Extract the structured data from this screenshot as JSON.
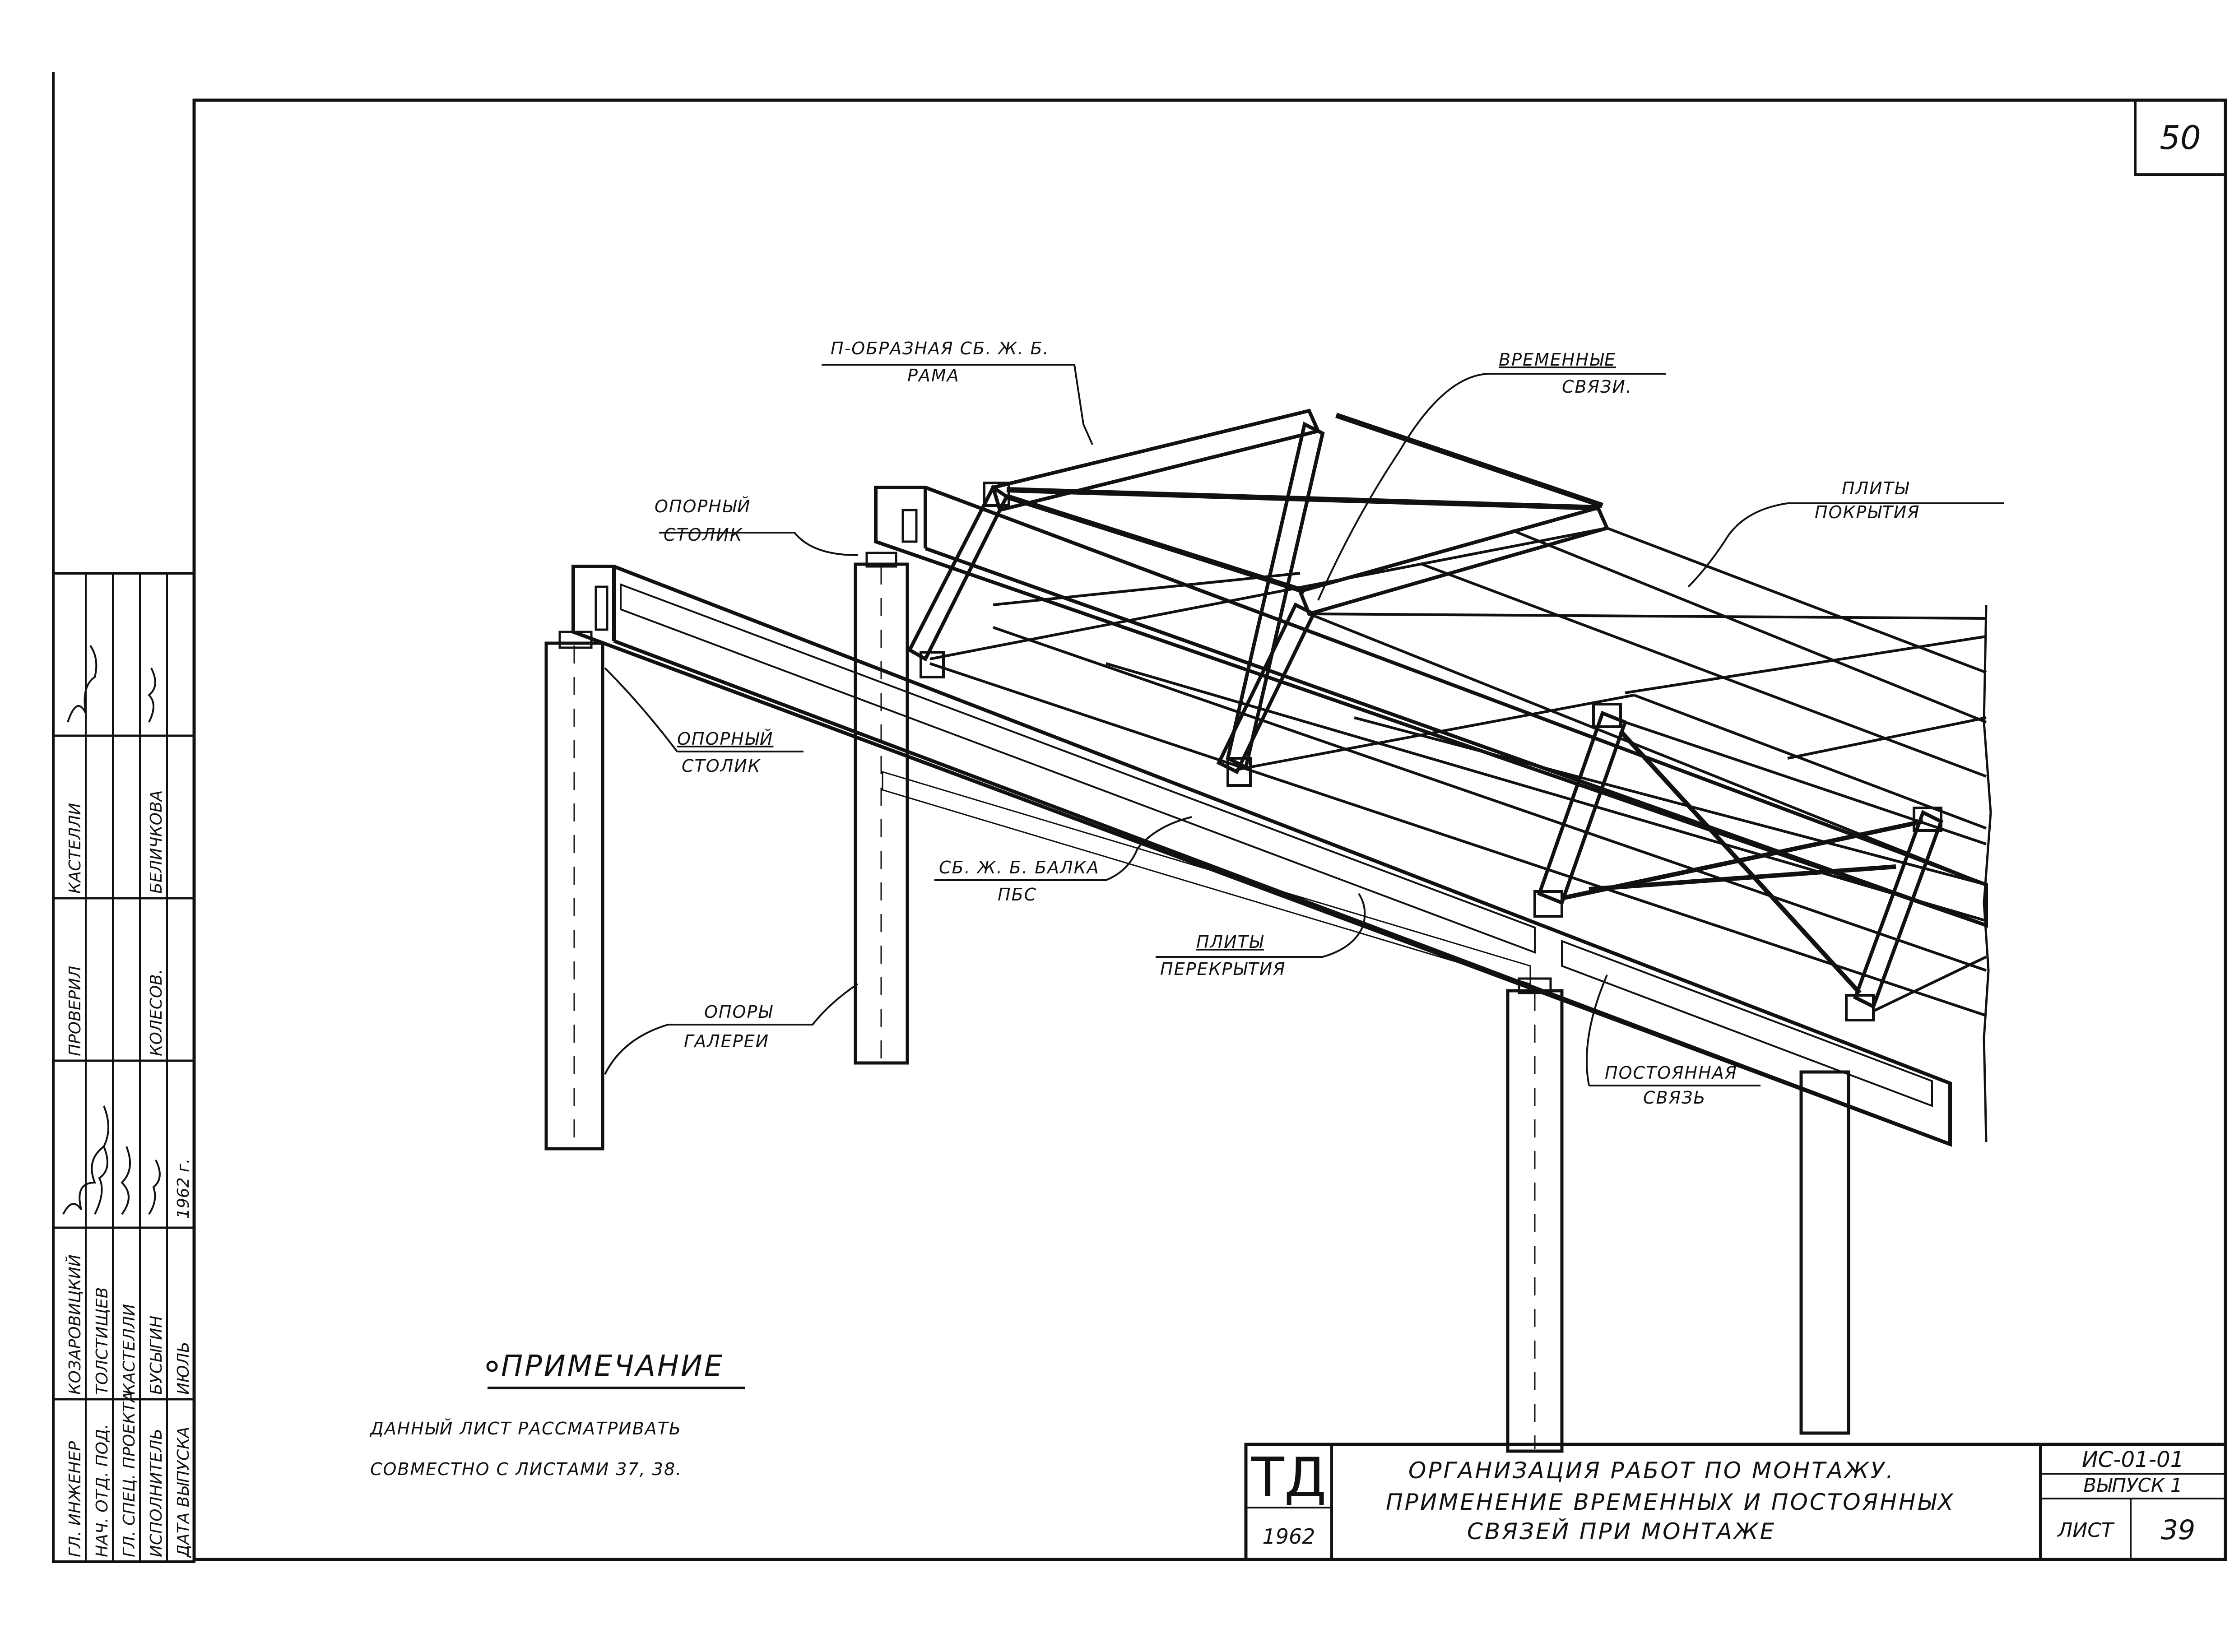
{
  "sheet": {
    "page_number": "50",
    "labels": {
      "frame_1": "П-ОБРАЗНАЯ СБ. Ж. Б.",
      "frame_2": "РАМА",
      "temp_ties_1": "ВРЕМЕННЫЕ",
      "temp_ties_2": "СВЯЗИ.",
      "roof_slabs_1": "ПЛИТЫ",
      "roof_slabs_2": "ПОКРЫТИЯ",
      "support_top_1": "ОПОРНЫЙ",
      "support_top_2": "СТОЛИК",
      "support_mid_1": "ОПОРНЫЙ",
      "support_mid_2": "СТОЛИК",
      "beam_1": "СБ. Ж. Б. БАЛКА",
      "beam_2": "ПБС",
      "floor_slabs_1": "ПЛИТЫ",
      "floor_slabs_2": "ПЕРЕКРЫТИЯ",
      "gallery_supports_1": "ОПОРЫ",
      "gallery_supports_2": "ГАЛЕРЕИ",
      "perm_tie_1": "ПОСТОЯННАЯ",
      "perm_tie_2": "СВЯЗЬ"
    },
    "note": {
      "heading": "ПРИМЕЧАНИЕ",
      "line1": "ДАННЫЙ ЛИСТ РАССМАТРИВАТЬ",
      "line2": "СОВМЕСТНО С ЛИСТАМИ 37, 38."
    },
    "stamp": {
      "rows": [
        "ГЛ. ИНЖЕНЕР",
        "НАЧ. ОТД. ПОД.",
        "ГЛ. СПЕЦ. ПРОЕКТА",
        "ИСПОЛНИТЕЛЬ",
        "ДАТА ВЫПУСКА"
      ],
      "names": [
        "КОЗАРОВИЦКИЙ",
        "ТОЛСТИЩЕВ",
        "КАСТЕЛЛИ",
        "БУСЫГИН",
        "ИЮЛЬ"
      ],
      "checked_label": "ПРОВЕРИЛ",
      "checked_names": [
        "КАСТЕЛЛИ",
        "БЕЛИЧКОВА"
      ],
      "checked_name2": "КОЛЕСОВ.",
      "year": "1962 г."
    },
    "title_block": {
      "org_big": "ТД",
      "org_year": "1962",
      "title_line1": "ОРГАНИЗАЦИЯ РАБОТ ПО МОНТАЖУ.",
      "title_line2": "ПРИМЕНЕНИЕ ВРЕМЕННЫХ И ПОСТОЯННЫХ",
      "title_line3": "СВЯЗЕЙ ПРИ МОНТАЖЕ",
      "code": "ИС-01-01",
      "issue": "ВЫПУСК 1",
      "sheet_label": "ЛИСТ",
      "sheet_no": "39"
    }
  }
}
